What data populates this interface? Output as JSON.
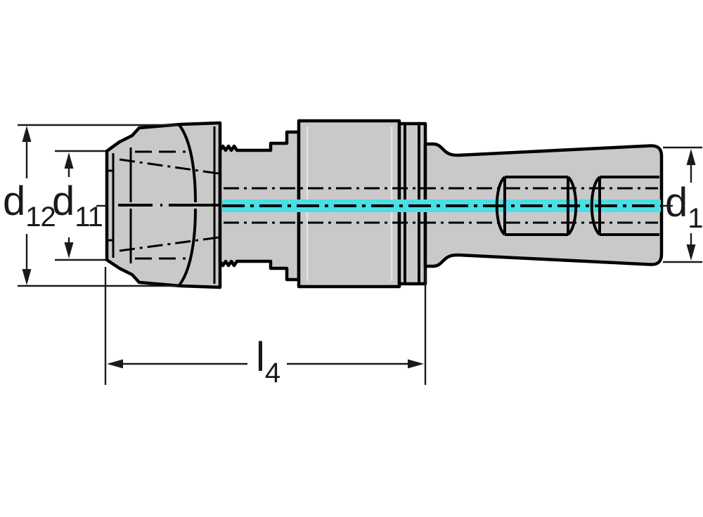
{
  "drawing": {
    "kind": "technical-dimension-drawing",
    "labels": {
      "d12": {
        "base": "d",
        "sub": "12"
      },
      "d11": {
        "base": "d",
        "sub": "11"
      },
      "d1": {
        "base": "d",
        "sub": "1"
      },
      "l4": {
        "base": "l",
        "sub": "4"
      }
    },
    "colors": {
      "centerline_highlight": "#4ADEE6",
      "part_fill": "#C9C9C9",
      "part_edge_highlight": "#E0E0E0",
      "outline": "#000000",
      "dimension_lines": "#1A1A1A",
      "background": "#FFFFFF"
    }
  }
}
